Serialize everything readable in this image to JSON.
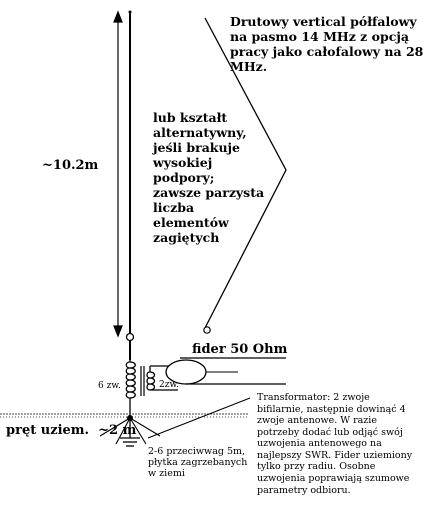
{
  "title": "Drutowy vertical półfalowy\nna pasmo 14 MHz z opcją\npracy jako całofalowy na 28\nMHz.",
  "alternative_shape_note": "lub kształt\nalternatywny,\njeśli brakuje\nwysokiej\npodpory;\nzawsze parzysta\nliczba\nelementów\nzagiętych",
  "radiator_height": "~10.2m",
  "feeder_label": "fider 50 Ohm",
  "primary_turns": "6 zw.",
  "secondary_turns": "2zw.",
  "ground_rod_label": "pręt uziem.  ~2 m",
  "ground_plates_note": "2-6 przeciwwag 5m,\npłytka zagrzebanych\nw ziemi",
  "transformer_note": "Transformator: 2 zwoje\nbifilarnie, następnie dowinąć 4\nzwoje antenowe. W razie\npotrzeby dodać lub odjąć swój\nuzwojenia antenowego na\nnajlepszy SWR. Fider uziemiony\ntylko przy radiu. Osobne\nuzwojenia poprawiają szumowe\nparametry odbioru.",
  "colors": {
    "ink": "#000000",
    "background": "#ffffff",
    "ground_line": "#444444"
  }
}
